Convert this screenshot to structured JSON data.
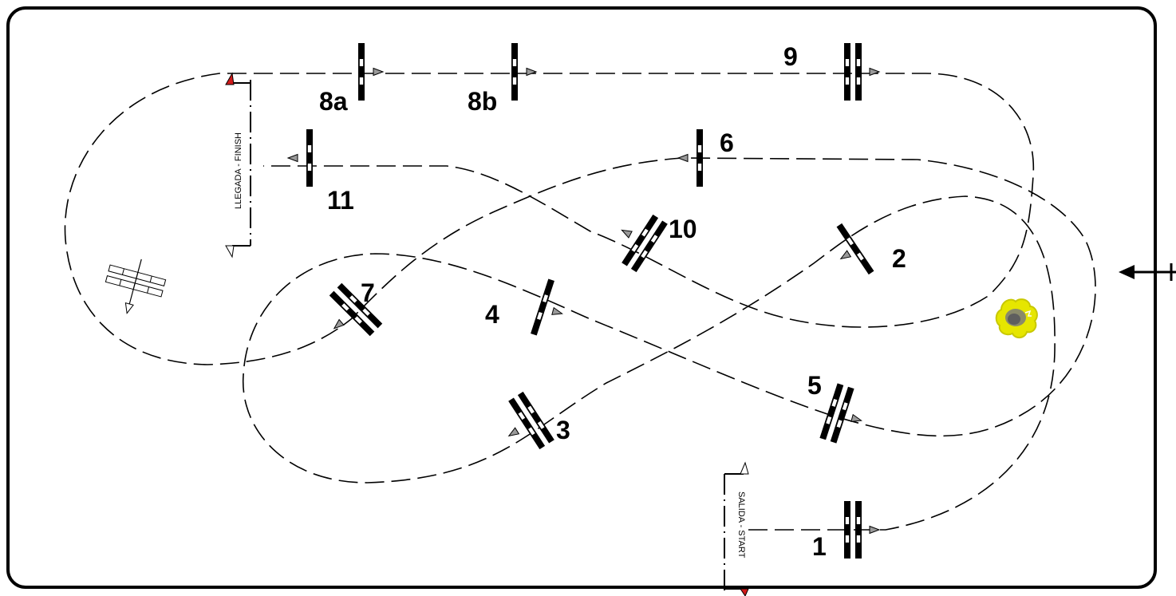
{
  "diagram": {
    "finish_label": "LLEGADA - FINISH",
    "start_label": "SALIDA - START",
    "obstacles": [
      {
        "id": "1",
        "label": "1"
      },
      {
        "id": "2",
        "label": "2"
      },
      {
        "id": "3",
        "label": "3"
      },
      {
        "id": "4",
        "label": "4"
      },
      {
        "id": "5",
        "label": "5"
      },
      {
        "id": "6",
        "label": "6"
      },
      {
        "id": "7",
        "label": "7"
      },
      {
        "id": "8a",
        "label": "8a"
      },
      {
        "id": "8b",
        "label": "8b"
      },
      {
        "id": "9",
        "label": "9"
      },
      {
        "id": "10",
        "label": "10"
      },
      {
        "id": "11",
        "label": "11"
      }
    ],
    "colors": {
      "border": "#000000",
      "flag": "#d11a1a",
      "tree": "#e6e600",
      "tree_center": "#6b6b6b",
      "arrow_fill": "#9a9a9a"
    }
  }
}
